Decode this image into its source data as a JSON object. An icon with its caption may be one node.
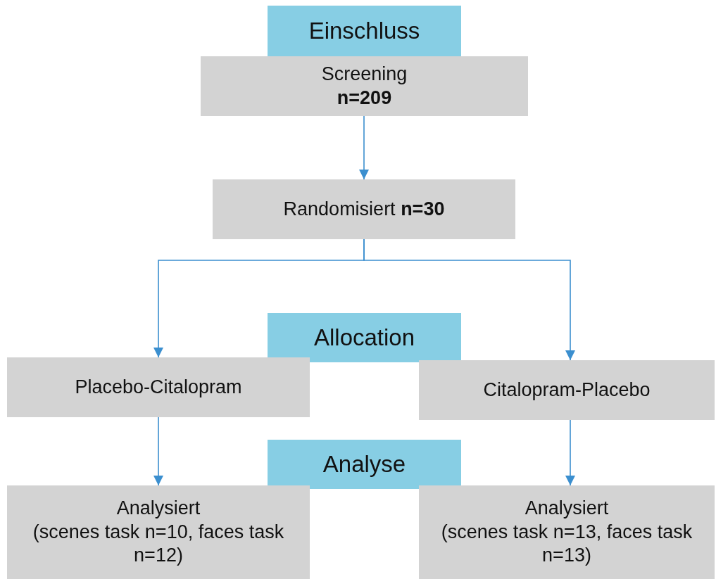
{
  "diagram": {
    "nodes": [
      {
        "text": [
          "Einschluss"
        ]
      },
      {
        "text": [
          "Screening",
          "**n=209**"
        ]
      },
      {
        "text": [
          "Randomisiert **n=30**"
        ]
      },
      {
        "text": [
          "Allocation"
        ]
      },
      {
        "text": [
          "Placebo-Citalopram"
        ]
      },
      {
        "text": [
          "Citalopram-Placebo"
        ]
      },
      {
        "text": [
          "Analyse"
        ]
      },
      {
        "text": [
          "Analysiert",
          "(scenes task n=10, faces task n=12)"
        ]
      },
      {
        "text": [
          "Analysiert",
          "(scenes task n=13, faces task n=13)"
        ]
      }
    ],
    "edges": [
      {
        "from": 1,
        "to": 2,
        "arrow": "to"
      },
      {
        "from": 2,
        "to": 4,
        "arrow": "to"
      },
      {
        "from": 2,
        "to": 5,
        "arrow": "to"
      },
      {
        "from": 4,
        "to": 7,
        "arrow": "to"
      },
      {
        "from": 5,
        "to": 8,
        "arrow": "to"
      }
    ]
  }
}
